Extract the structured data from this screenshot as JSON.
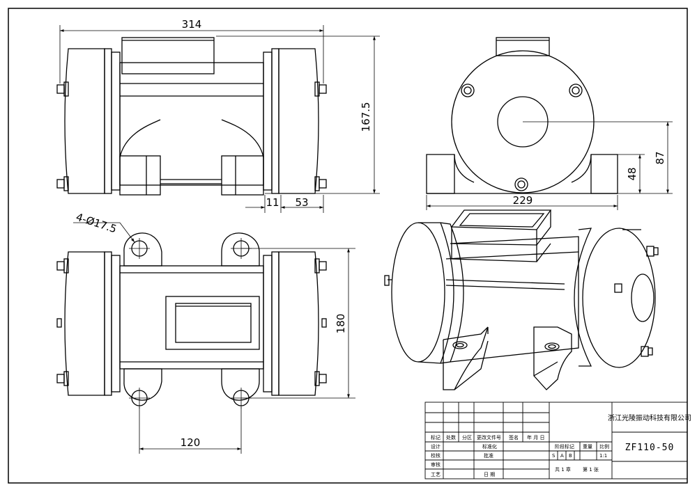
{
  "dimensions": {
    "overall_length": "314",
    "height": "167.5",
    "gap": "11",
    "end_length": "53",
    "base_width": "229",
    "center_height": "48",
    "shaft_height": "87",
    "mount_holes": "4-Ø17.5",
    "hole_spacing_width": "180",
    "hole_spacing_length": "120"
  },
  "title_block": {
    "company": "浙江光陵振动科技有限公司",
    "model": "ZF110-50",
    "row_labels": [
      "标记",
      "处数",
      "分区",
      "更改文件号",
      "签名",
      "年 月 日"
    ],
    "designer": "设计",
    "standardization": "标准化",
    "checker": "校核",
    "approver": "批准",
    "reviewer": "审核",
    "process": "工艺",
    "date": "日 期",
    "stage_mark": "阶段标记",
    "weight": "重量",
    "scale": "比例",
    "stage_s": "S",
    "stage_a": "A",
    "stage_b": "B",
    "scale_value": "1:1",
    "total_sheets": "共 1 章",
    "sheet_no": "第 1 张"
  }
}
